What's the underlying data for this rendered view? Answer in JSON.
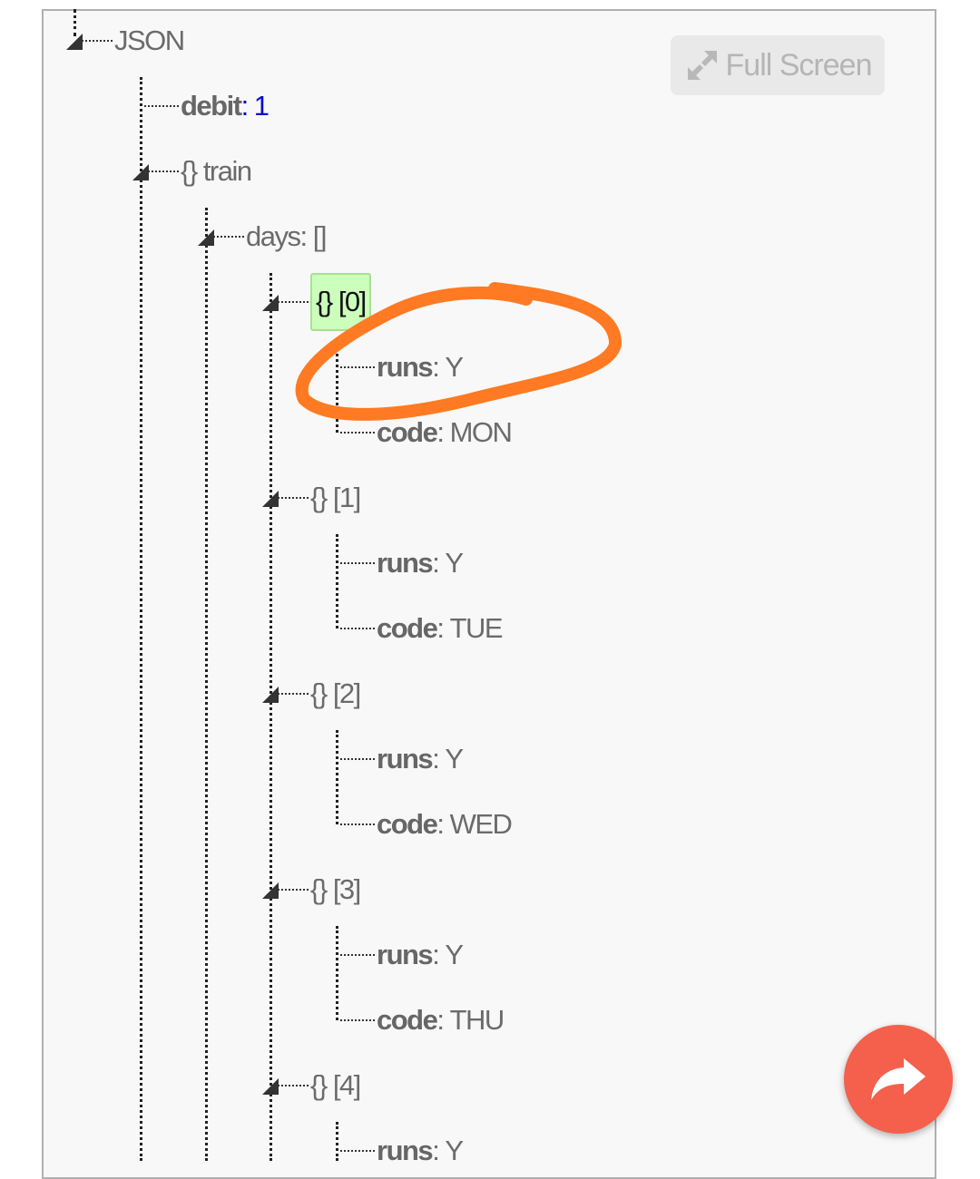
{
  "toolbar": {
    "fullscreen_label": "Full Screen",
    "fullscreen_icon": "expand-arrows-icon"
  },
  "fab": {
    "icon": "share-arrow-icon",
    "color": "#f4604c"
  },
  "annotation": {
    "color": "#ff7a22"
  },
  "tree": [
    {
      "level": 0,
      "type": "node",
      "label": "JSON",
      "expanded": true
    },
    {
      "level": 1,
      "type": "kv",
      "key": "debit",
      "value": "1",
      "numeric": true
    },
    {
      "level": 1,
      "type": "node",
      "label": "{} train",
      "expanded": true
    },
    {
      "level": 2,
      "type": "node",
      "label": "days: []",
      "expanded": true
    },
    {
      "level": 3,
      "type": "node",
      "label": "{} [0]",
      "expanded": true,
      "selected": true
    },
    {
      "level": 4,
      "type": "kv",
      "key": "runs",
      "value": "Y"
    },
    {
      "level": 4,
      "type": "kv",
      "key": "code",
      "value": "MON"
    },
    {
      "level": 3,
      "type": "node",
      "label": "{} [1]",
      "expanded": true
    },
    {
      "level": 4,
      "type": "kv",
      "key": "runs",
      "value": "Y"
    },
    {
      "level": 4,
      "type": "kv",
      "key": "code",
      "value": "TUE"
    },
    {
      "level": 3,
      "type": "node",
      "label": "{} [2]",
      "expanded": true
    },
    {
      "level": 4,
      "type": "kv",
      "key": "runs",
      "value": "Y"
    },
    {
      "level": 4,
      "type": "kv",
      "key": "code",
      "value": "WED"
    },
    {
      "level": 3,
      "type": "node",
      "label": "{} [3]",
      "expanded": true
    },
    {
      "level": 4,
      "type": "kv",
      "key": "runs",
      "value": "Y"
    },
    {
      "level": 4,
      "type": "kv",
      "key": "code",
      "value": "THU"
    },
    {
      "level": 3,
      "type": "node",
      "label": "{} [4]",
      "expanded": true
    },
    {
      "level": 4,
      "type": "kv",
      "key": "runs",
      "value": "Y"
    }
  ]
}
